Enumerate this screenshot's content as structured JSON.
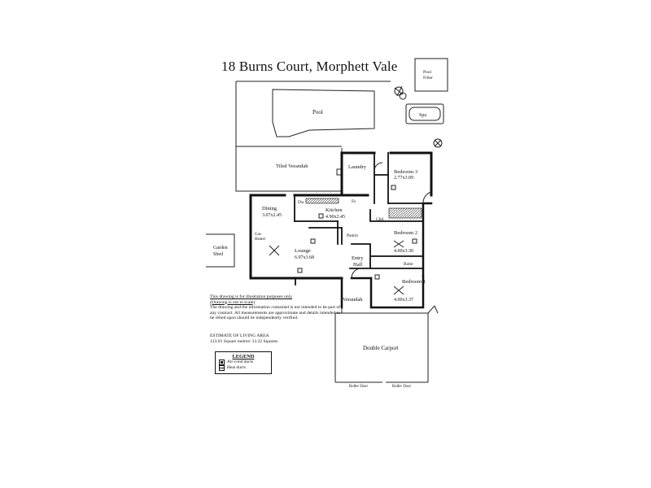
{
  "title": "18 Burns Court,  Morphett Vale",
  "rooms": {
    "pool": "Pool",
    "pool_filter": "Pool Filter",
    "spa": "Spa",
    "tiled_verandah": "Tiled Verandah",
    "laundry": "Laundry",
    "bedroom3_name": "Bedroom 3",
    "bedroom3_size": "2.77x3.09",
    "dining_name": "Dining",
    "dining_size": "3.07x2.45",
    "dw": "Dw",
    "fs": "Fs",
    "kitchen_name": "Kitchen",
    "kitchen_size": "4.90x2.45",
    "cbd": "Cbd",
    "gas_heater": "Gas Heater",
    "pantry": "Pantry",
    "bedroom2_name": "Bedroom 2",
    "bedroom2_size": "4.00x3.30",
    "garden_shed": "Garden Shed",
    "lounge_name": "Lounge",
    "lounge_size": "6.97x3.68",
    "entry_hall": "Entry Hall",
    "robe": "Robe",
    "bedroom1_name": "Bedroom 1",
    "bedroom1_size": "4.00x3.37",
    "verandah": "Verandah",
    "double_carport": "Double Carport",
    "roller_door_1": "Roller Door",
    "roller_door_2": "Roller Door"
  },
  "disclaimer": {
    "line1": "This drawing is for illustration purposes only",
    "line2": "(Drawing is not to scale)",
    "body": "The drawing and the information contained is not intended to be part of any contract. All measurements are approximate and details intended to be relied upon should be independently verified."
  },
  "estimate": {
    "heading": "ESTIMATE OF LIVING AREA",
    "value": "123.01 Square metres/ 13.22 Squares"
  },
  "legend": {
    "title": "LEGEND",
    "air_cond": "Air-cond ducts",
    "heat": "Heat ducts"
  }
}
